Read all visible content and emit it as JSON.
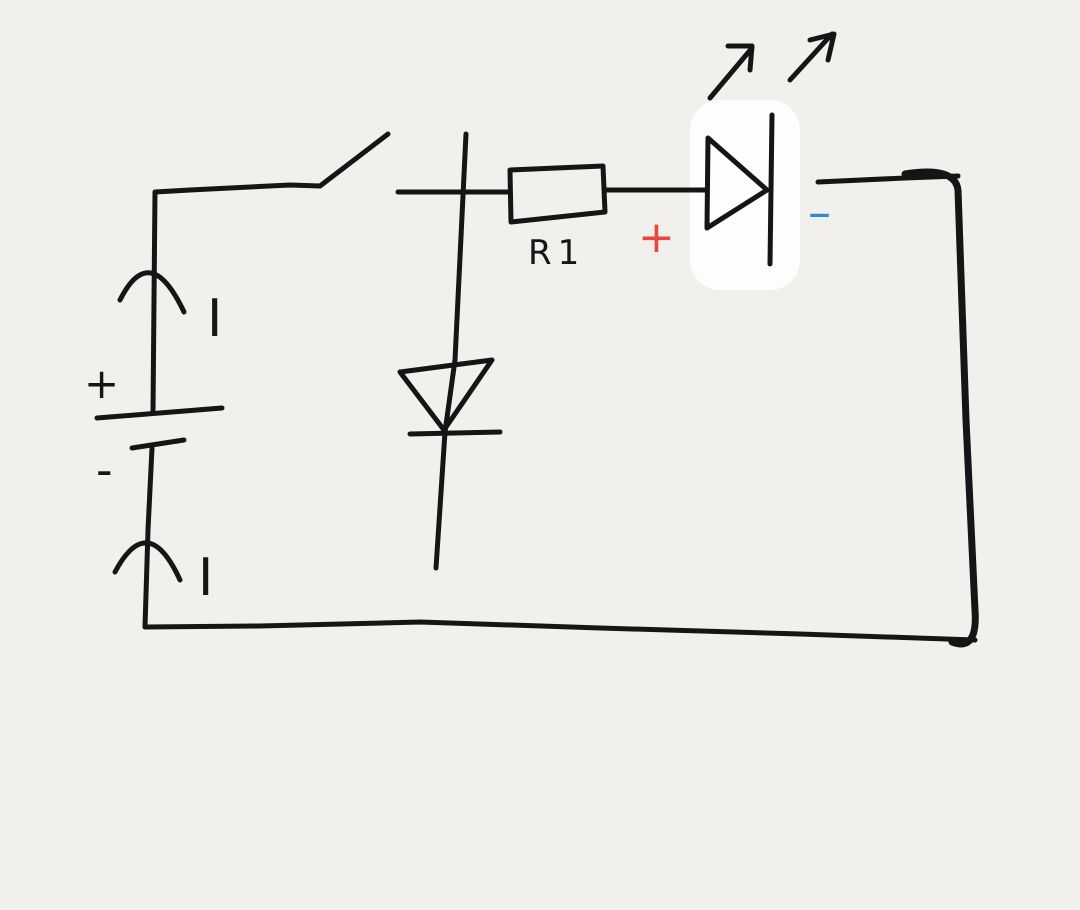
{
  "labels": {
    "resistor": "R1",
    "current_top": "I",
    "current_bottom": "I",
    "battery_plus": "+",
    "battery_minus": "-",
    "led_plus": "+",
    "led_minus": "–"
  },
  "colors": {
    "background": "#f1f0ec",
    "ink": "#151515",
    "led_plus": "#e8473f",
    "led_minus": "#2e8bd6",
    "led_highlight": "#ffffff"
  },
  "icons": {
    "battery": "battery-icon",
    "switch": "switch-icon",
    "resistor": "resistor-icon",
    "led": "led-icon",
    "diode": "diode-icon",
    "current_arrow": "arrow-up-icon",
    "light_arrow": "arrow-up-right-icon"
  }
}
